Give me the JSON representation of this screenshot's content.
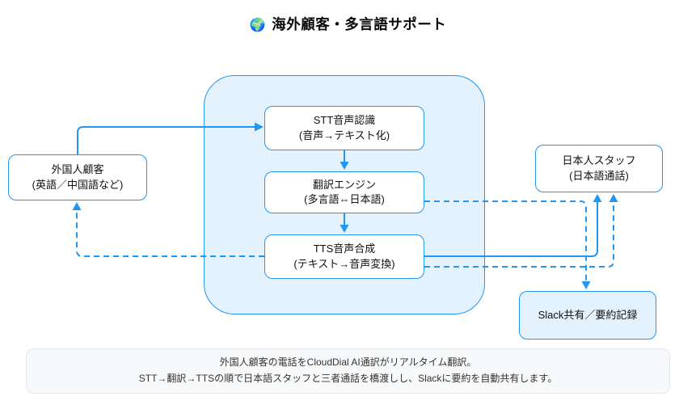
{
  "title": {
    "icon_glyph": "🌍",
    "text": "海外顧客・多言語サポート"
  },
  "nodes": {
    "foreign": {
      "line1": "外国人顧客",
      "line2": "(英語／中国語など)"
    },
    "stt": {
      "line1": "STT音声認識",
      "line2": "(音声→テキスト化)"
    },
    "translator": {
      "line1": "翻訳エンジン",
      "line2": "(多言語⇔日本語)"
    },
    "tts": {
      "line1": "TTS音声合成",
      "line2": "(テキスト→音声変換)"
    },
    "staff": {
      "line1": "日本人スタッフ",
      "line2": "(日本語通話)"
    },
    "slack": {
      "label": "Slack共有／要約記録"
    }
  },
  "edges": [
    {
      "from": "foreign",
      "to": "stt",
      "style": "solid"
    },
    {
      "from": "stt",
      "to": "translator",
      "style": "solid"
    },
    {
      "from": "translator",
      "to": "tts",
      "style": "solid"
    },
    {
      "from": "tts",
      "to": "staff",
      "style": "solid"
    },
    {
      "from": "translator",
      "to": "slack",
      "style": "dashed"
    },
    {
      "from": "tts",
      "to": "staff",
      "style": "dashed"
    },
    {
      "from": "tts",
      "to": "foreign",
      "style": "dashed"
    }
  ],
  "footer": {
    "line1": "外国人顧客の電話をCloudDial AI通訳がリアルタイム翻訳。",
    "line2": "STT→翻訳→TTSの順で日本語スタッフと三者通話を橋渡しし、Slackに要約を自動共有します。"
  },
  "colors": {
    "accent": "#2196F3",
    "container_fill": "#E3F2FD",
    "node_fill": "#FFFFFF",
    "slack_fill": "#E3F2FD",
    "footer_fill": "#F8F9FA",
    "footer_border": "#E5E7EB",
    "text": "#111111"
  }
}
